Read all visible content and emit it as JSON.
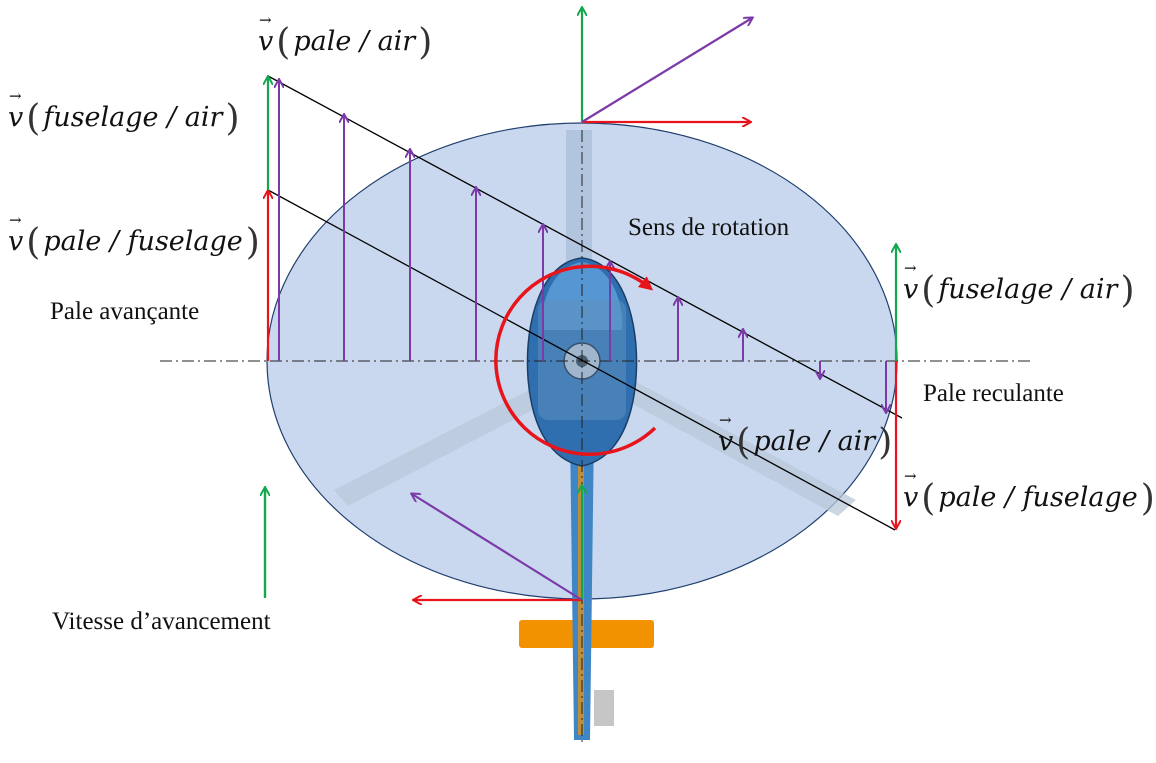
{
  "labels": {
    "v_pale_air_top": "pale / air",
    "v_fuselage_air_left": "fuselage / air",
    "v_pale_fuselage_left": "pale / fuselage",
    "pale_avancante": "Pale avançante",
    "sens_de_rotation": "Sens de rotation",
    "v_fuselage_air_right": "fuselage / air",
    "pale_reculante": "Pale reculante",
    "v_pale_air_right": "pale / air",
    "v_pale_fuselage_right": "pale / fuselage",
    "vitesse_avancement": "Vitesse d’avancement",
    "vector_symbol": "v"
  },
  "colors": {
    "green": "#13a84e",
    "red": "#e8141b",
    "purple": "#7b3aa8",
    "black": "#000000",
    "rotor_disk_fill": "#c9d8ee",
    "rotor_disk_stroke": "#1f3f6e",
    "fuselage": "#3f86c6",
    "tail_fin": "#f39200"
  }
}
